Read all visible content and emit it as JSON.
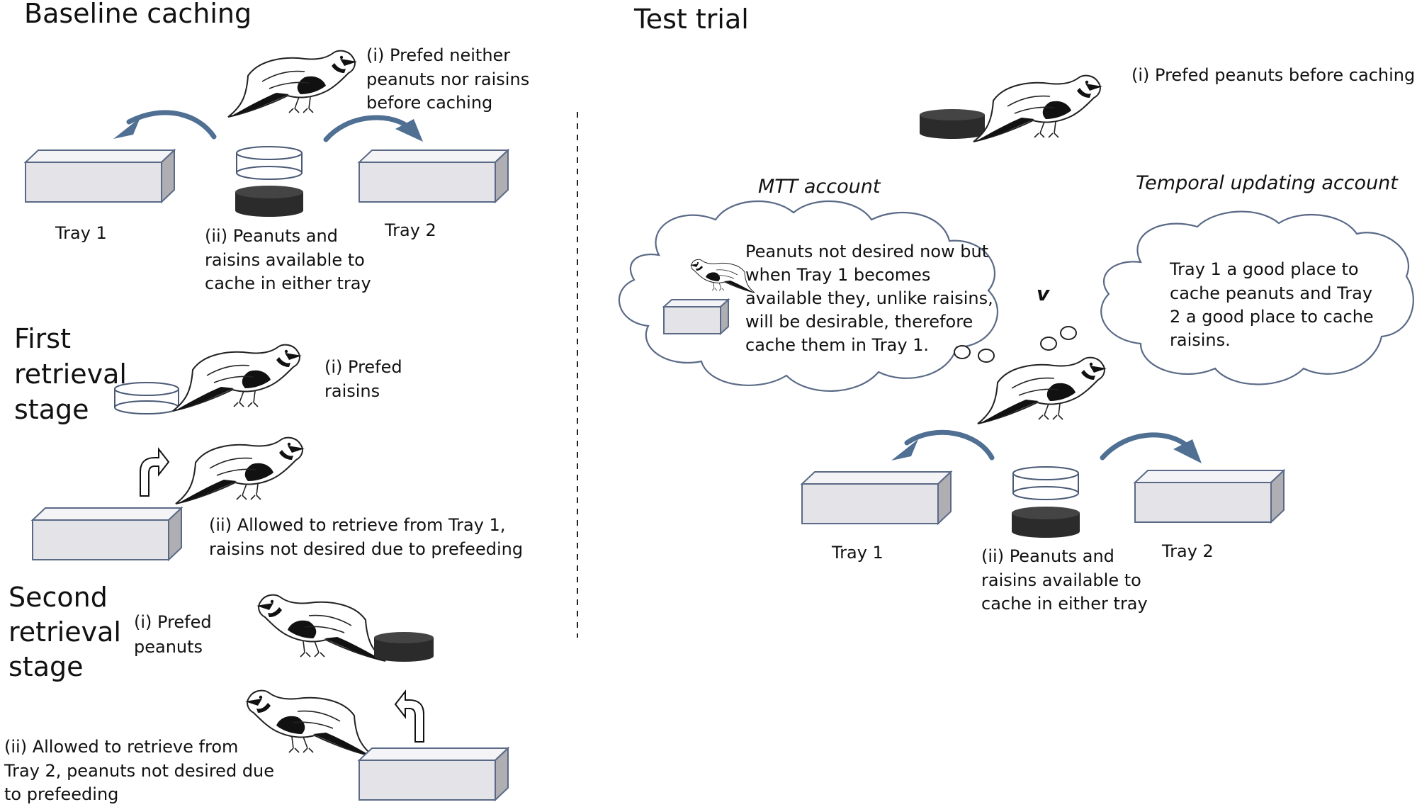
{
  "baseline": {
    "title": "Baseline caching",
    "prefed": [
      "(i) Prefed neither",
      "peanuts nor raisins",
      "before caching"
    ],
    "available": [
      "(ii) Peanuts and",
      "raisins available to",
      "cache in either tray"
    ],
    "tray1": "Tray 1",
    "tray2": "Tray 2"
  },
  "first_retrieval": {
    "title": [
      "First",
      "retrieval",
      "stage"
    ],
    "prefed": [
      "(i) Prefed",
      "raisins"
    ],
    "allowed": [
      "(ii) Allowed to retrieve from Tray 1,",
      "raisins not desired due to prefeeding"
    ]
  },
  "second_retrieval": {
    "title": [
      "Second",
      "retrieval",
      "stage"
    ],
    "prefed": [
      "(i) Prefed",
      "peanuts"
    ],
    "allowed": [
      "(ii) Allowed to retrieve from",
      "Tray 2, peanuts not desired due",
      "to prefeeding"
    ]
  },
  "test_trial": {
    "title": "Test trial",
    "prefed": "(i) Prefed peanuts before caching",
    "mtt_title": "MTT account",
    "mtt_text": [
      "Peanuts not desired now but",
      "when Tray 1 becomes",
      "available they, unlike raisins,",
      "will be desirable, therefore",
      "cache them in Tray 1."
    ],
    "versus": "v",
    "temporal_title": "Temporal updating account",
    "temporal_text": [
      "Tray 1 a good place to",
      "cache peanuts and Tray",
      "2 a good place to cache",
      "raisins."
    ],
    "tray1": "Tray 1",
    "tray2": "Tray 2",
    "available": [
      "(ii) Peanuts and",
      "raisins available to",
      "cache in either tray"
    ]
  },
  "colors": {
    "tray_outline": "#5a6a86",
    "arrow": "#4f6f93",
    "peanut_dish": "#222222",
    "raisin_dish": "#ffffff"
  }
}
